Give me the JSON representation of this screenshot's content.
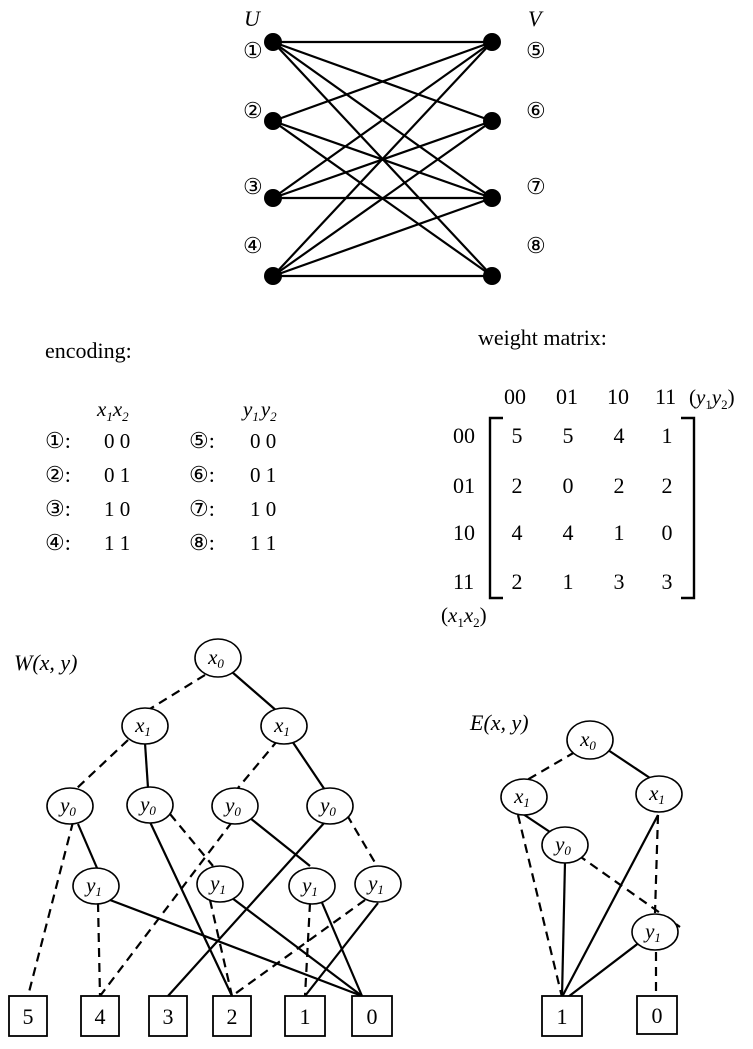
{
  "bipartite": {
    "left_set_label": "U",
    "right_set_label": "V",
    "left_nodes": [
      "①",
      "②",
      "③",
      "④"
    ],
    "right_nodes": [
      "⑤",
      "⑥",
      "⑦",
      "⑧"
    ]
  },
  "encoding": {
    "title": "encoding:",
    "left_header": {
      "v1": "x",
      "s1": "1",
      "v2": "x",
      "s2": "2"
    },
    "right_header": {
      "v1": "y",
      "s1": "1",
      "v2": "y",
      "s2": "2"
    },
    "rows": [
      {
        "left_node": "①:",
        "left_code": "0 0",
        "right_node": "⑤:",
        "right_code": "0 0"
      },
      {
        "left_node": "②:",
        "left_code": "0 1",
        "right_node": "⑥:",
        "right_code": "0 1"
      },
      {
        "left_node": "③:",
        "left_code": "1 0",
        "right_node": "⑦:",
        "right_code": "1 0"
      },
      {
        "left_node": "④:",
        "left_code": "1 1",
        "right_node": "⑧:",
        "right_code": "1 1"
      }
    ]
  },
  "weight_matrix": {
    "title": "weight matrix:",
    "col_headers": [
      "00",
      "01",
      "10",
      "11"
    ],
    "col_axis": {
      "open": "(",
      "v1": "y",
      "s1": "1",
      "v2": "y",
      "s2": "2",
      "close": ")"
    },
    "row_headers": [
      "00",
      "01",
      "10",
      "11"
    ],
    "row_axis": {
      "open": "(",
      "v1": "x",
      "s1": "1",
      "v2": "x",
      "s2": "2",
      "close": ")"
    },
    "values": [
      [
        "5",
        "5",
        "4",
        "1"
      ],
      [
        "2",
        "0",
        "2",
        "2"
      ],
      [
        "4",
        "4",
        "1",
        "0"
      ],
      [
        "2",
        "1",
        "3",
        "3"
      ]
    ]
  },
  "w_diagram": {
    "label": "W(x, y)",
    "nodes": [
      {
        "var": "x",
        "sub": "0"
      },
      {
        "var": "x",
        "sub": "1"
      },
      {
        "var": "x",
        "sub": "1"
      },
      {
        "var": "y",
        "sub": "0"
      },
      {
        "var": "y",
        "sub": "0"
      },
      {
        "var": "y",
        "sub": "0"
      },
      {
        "var": "y",
        "sub": "0"
      },
      {
        "var": "y",
        "sub": "1"
      },
      {
        "var": "y",
        "sub": "1"
      },
      {
        "var": "y",
        "sub": "1"
      },
      {
        "var": "y",
        "sub": "1"
      }
    ],
    "terminals": [
      "5",
      "4",
      "3",
      "2",
      "1",
      "0"
    ]
  },
  "e_diagram": {
    "label": "E(x, y)",
    "nodes": [
      {
        "var": "x",
        "sub": "0"
      },
      {
        "var": "x",
        "sub": "1"
      },
      {
        "var": "x",
        "sub": "1"
      },
      {
        "var": "y",
        "sub": "0"
      },
      {
        "var": "y",
        "sub": "1"
      }
    ],
    "terminals": [
      "1",
      "0"
    ]
  }
}
